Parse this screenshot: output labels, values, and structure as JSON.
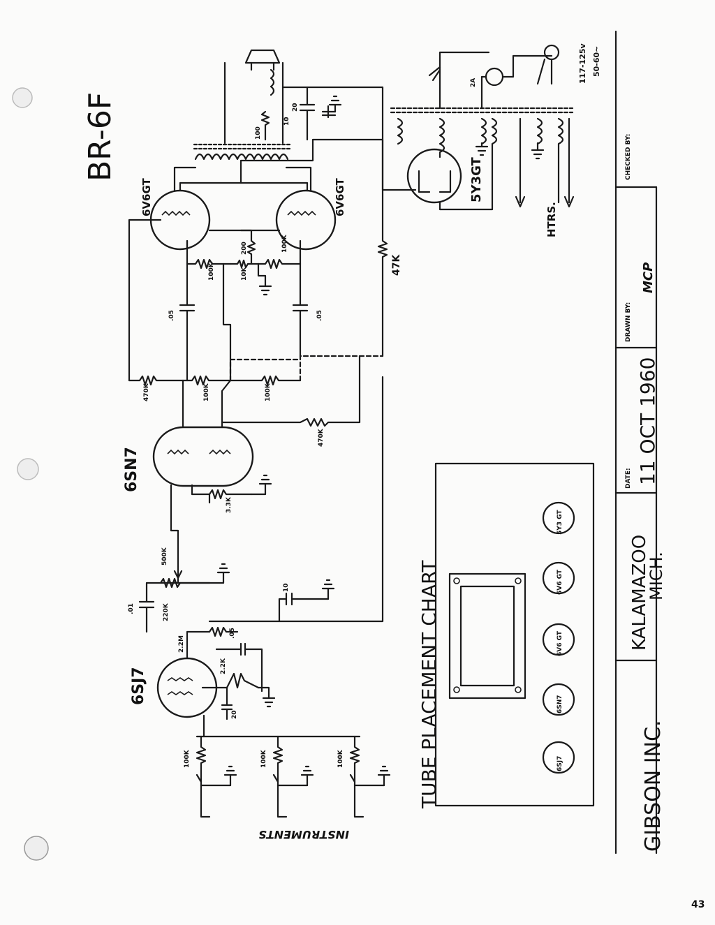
{
  "title": "BR-6F",
  "company": {
    "name": "GIBSON INC.",
    "city": "KALAMAZOO",
    "state": "MICH."
  },
  "title_block": {
    "date_label": "DATE:",
    "date_value": "11 OCT 1960",
    "drawn_by_label": "DRAWN BY:",
    "drawn_by_value": "MCP",
    "checked_by_label": "CHECKED BY:"
  },
  "page_number": "43",
  "tube_placement_chart": {
    "title": "TUBE PLACEMENT CHART",
    "sockets": [
      "6SJ7",
      "6SN7",
      "6V6 GT",
      "6V6 GT",
      "5Y3 GT"
    ]
  },
  "tubes": {
    "v1": "6SJ7",
    "v2": "6SN7",
    "v3": "6V6GT",
    "v4": "6V6GT",
    "rect": "5Y3GT"
  },
  "inputs_label": "INSTRUMENTS",
  "power": {
    "voltage": "117-125v",
    "freq": "50-60~",
    "fuse": "2A",
    "heaters": "HTRS."
  },
  "components": {
    "r_in1": "100K",
    "r_in2": "100K",
    "r_in3": "100K",
    "r_plate1": "220K",
    "r_screen1": "2.2M",
    "r_cath1": "2.2K",
    "c_cath1": "20",
    "c_screen1": ".05",
    "c_coup1": ".01",
    "pot": "500K",
    "c_filt": "10",
    "r_cath2": "3.3K",
    "r_pl2a": "470K",
    "r_pl2b": "100K",
    "r_pl2c": "100K",
    "r_fb": "470K",
    "c_coup2a": ".05",
    "c_coup2b": ".05",
    "r_grid3": "100K",
    "r_grid4": "100K",
    "r_bias": "10K",
    "r_hum": "200",
    "r_drop": "47K",
    "c_f1": "20",
    "c_f2": "10",
    "r_f": "100"
  }
}
